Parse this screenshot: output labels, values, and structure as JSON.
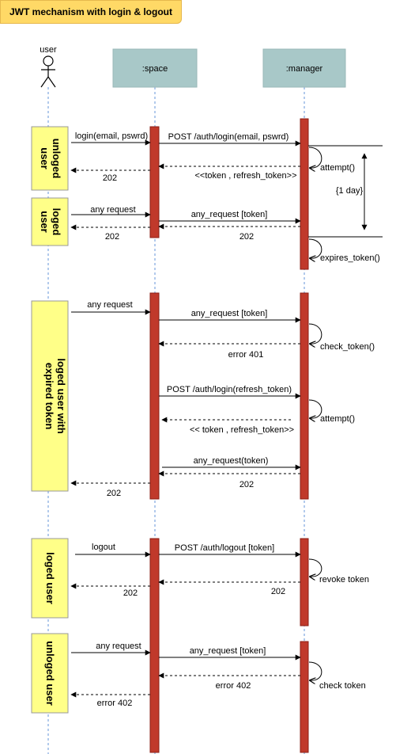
{
  "title": "JWT mechanism with login & logout",
  "actor": {
    "label": "user"
  },
  "participants": {
    "space": ":space",
    "manager": ":manager"
  },
  "timer": {
    "duration": "{1 day}"
  },
  "notes": {
    "n1": "unloged user",
    "n2": "loged user",
    "n3": "loged user with expired token",
    "n4": "loged user",
    "n5": "unloged user"
  },
  "messages": {
    "m1": "login(email, pswrd)",
    "m2": "POST /auth/login(email, pswrd)",
    "m3": "attempt()",
    "m4": "<<token , refresh_token>>",
    "m5": "202",
    "m6": "any request",
    "m7": "any_request [token]",
    "m8": "202",
    "m9": "202",
    "m10": "expires_token()",
    "m11": "any request",
    "m12": "any_request [token]",
    "m13": "check_token()",
    "m14": "error 401",
    "m15": "POST /auth/login(refresh_token)",
    "m16": "attempt()",
    "m17": "<< token , refresh_token>>",
    "m18": "any_request(token)",
    "m19": "202",
    "m20": "202",
    "m21": "logout",
    "m22": "POST /auth/logout [token]",
    "m23": "revoke token",
    "m24": "202",
    "m25": "202",
    "m26": "any request",
    "m27": "any_request [token]",
    "m28": "check token",
    "m29": "error 402",
    "m30": "error 402"
  },
  "colors": {
    "title_bg": "#FFD966",
    "participant_bg": "#A8C8C8",
    "activation": "#C0392B",
    "note_bg": "#FFFF88",
    "lifeline": "#7EA6E0"
  }
}
